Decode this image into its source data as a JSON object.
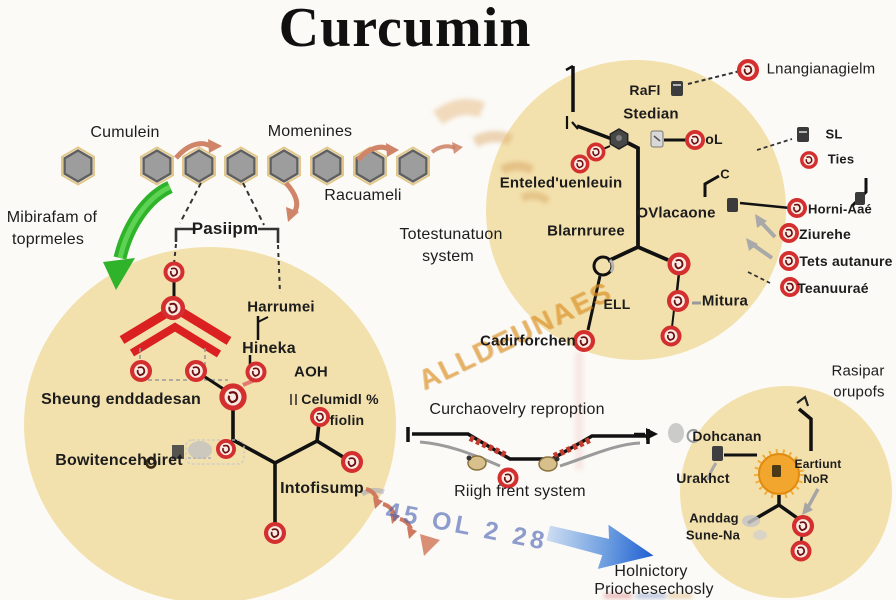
{
  "title": "Curcumin",
  "colors": {
    "circle_fill": "#f3e1ad",
    "red_marker": "#d42f2f",
    "green_arrow": "#2fb32a",
    "salmon_arrow": "#d48a70",
    "blue_arrow": "#1e5fd2",
    "orange_watermark": "#e09a28",
    "blue_watermark": "#4862b2",
    "hexagon_gray": "#9d9d9d",
    "starburst_orange": "#f3a62d",
    "text": "#1c1c1c"
  },
  "icons": {
    "hexagon_unit": "gray-hexagon",
    "red_marker": "red-ring-marker",
    "dark_chip": "dark-square-chip",
    "starburst": "orange-starburst",
    "green_curved_arrow": "green-curved-arrow",
    "blue_gradient_arrow": "blue-gradient-arrow"
  },
  "top_row": {
    "cumulein": "Cumulein",
    "momenines": "Momenines",
    "racuameli": "Racuameli",
    "mibirafam_line1": "Mibirafam of",
    "mibirafam_line2": "toprmeles",
    "pasiipm": "Pasiipm"
  },
  "left_circle": {
    "sheung": "Sheung enddadesan",
    "bowitence": "Bowitencehdiret",
    "harrumei": "Harrumei",
    "hineka": "Hineka",
    "aoh": "AOH",
    "celumidl": "Celumidl %",
    "fiolin": "fiolin",
    "intofisump": "Intofisump"
  },
  "center": {
    "totestunatuon_line1": "Totestunatuon",
    "totestunatuon_line2": "system",
    "watermark_orange": "ALLDEUNAES",
    "curchaovelry": "Curchaovelry reproption",
    "righ_frent": "Riigh frent system",
    "watermark_blue": "45 OL 2 28",
    "holnictory_line1": "Holnictory",
    "holnictory_line2": "Priochesechosly"
  },
  "top_right_circle": {
    "rafl": "RaFl",
    "stedian": "Stedian",
    "ol": "oL",
    "c": "C",
    "enteled": "Enteled'uenleuin",
    "ovlacaone": "OVlacaone",
    "blarnruree": "Blarnruree",
    "ell": "ELL",
    "mitura": "Mitura",
    "cadirforchen": "Cadirforchen"
  },
  "right_list": {
    "lnangianagielm": "Lnangianagielm",
    "sl": "SL",
    "ties": "Ties",
    "horni": "Horni-Aaé",
    "ziurehe": "Ziurehe",
    "tets": "Tets autanure",
    "teanuurae": "Teanuuraé"
  },
  "bottom_right_circle": {
    "rasipar_line1": "Rasipar",
    "rasipar_line2": "orupofs",
    "dohcanan": "Dohcanan",
    "urakhct": "Urakhct",
    "eartiunt": "Eartiunt",
    "nor": "NoR",
    "anddag_line1": "Anddag",
    "anddag_line2": "Sune-Na"
  }
}
